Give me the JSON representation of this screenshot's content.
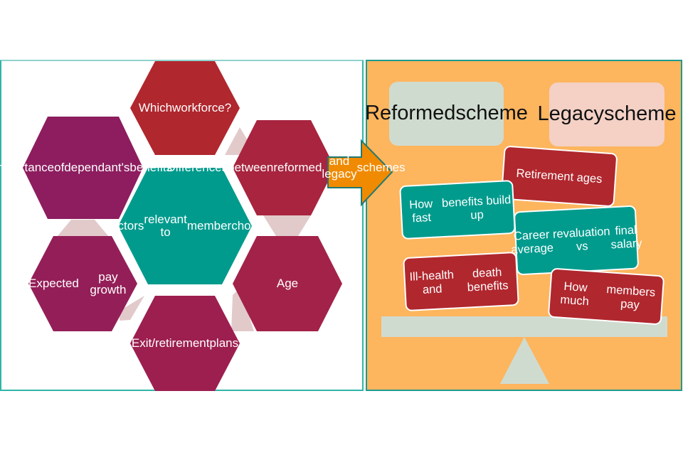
{
  "left_diagram": {
    "center": {
      "label": "Factors relevant to member choice",
      "lines": [
        "Factors",
        "relevant to",
        "member",
        "choice"
      ],
      "color": "#009B8D"
    },
    "factors": [
      {
        "id": "which-workforce",
        "lines": [
          "Which",
          "workforce?"
        ],
        "color": "#B0272E"
      },
      {
        "id": "differences",
        "lines": [
          "Differences",
          "between",
          "reformed",
          "and legacy",
          "schemes"
        ],
        "color": "#A8243F"
      },
      {
        "id": "age",
        "lines": [
          "Age"
        ],
        "color": "#A3224A"
      },
      {
        "id": "exit-retirement",
        "lines": [
          "Exit/",
          "retirement",
          "plans"
        ],
        "color": "#9C1F4F"
      },
      {
        "id": "expected-pay-growth",
        "lines": [
          "Expected",
          "pay growth"
        ],
        "color": "#941F58"
      },
      {
        "id": "dependants-benefits",
        "lines": [
          "Importance",
          "of",
          "dependant's",
          "benefits"
        ],
        "color": "#8D1D5F"
      }
    ],
    "connector_color": "#E2CACB"
  },
  "arrow": {
    "color": "#F08A00",
    "border": "#1E7A72"
  },
  "right_diagram": {
    "background": "#FDB55E",
    "reformed": {
      "lines": [
        "Reformed",
        "scheme"
      ],
      "color": "#D0DBD0"
    },
    "legacy": {
      "lines": [
        "Legacy",
        "scheme"
      ],
      "color": "#F4D0C5"
    },
    "cards": [
      {
        "id": "retirement-ages",
        "lines": [
          "Retirement ages"
        ],
        "style": "red"
      },
      {
        "id": "how-fast",
        "lines": [
          "How fast",
          "benefits build up"
        ],
        "style": "teal"
      },
      {
        "id": "career-average",
        "lines": [
          "Career average",
          "revaluation vs",
          "final salary"
        ],
        "style": "teal"
      },
      {
        "id": "ill-health",
        "lines": [
          "Ill-health and",
          "death benefits"
        ],
        "style": "red"
      },
      {
        "id": "how-much",
        "lines": [
          "How much",
          "members pay"
        ],
        "style": "red"
      }
    ],
    "balance_color": "#D0DBD0"
  }
}
